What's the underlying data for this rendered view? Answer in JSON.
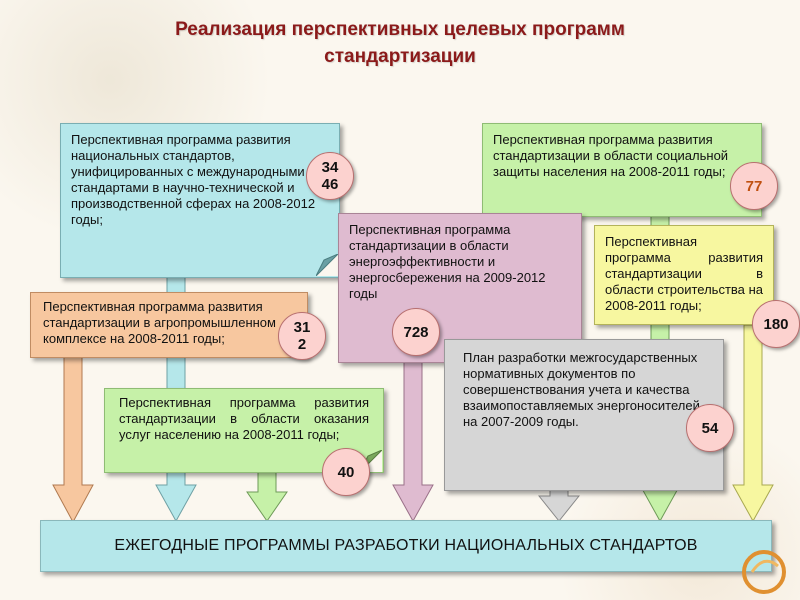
{
  "title": {
    "line1": "Реализация перспективных целевых программ",
    "line2": "стандартизации"
  },
  "programs": {
    "national": {
      "text": "Перспективная программа развития национальных стандартов, унифицированных с международными стандартами в научно-технической и производственной сферах на 2008-2012 годы;",
      "badge": "34\n46"
    },
    "social": {
      "text": "Перспективная программа развития  стандартизации  в области социальной защиты населения на 2008-2011 годы;",
      "badge": "77"
    },
    "energy": {
      "text": "Перспективная программа стандартизации в области энергоэффективности и энергосбережения на 2009-2012 годы",
      "badge": "728"
    },
    "construction": {
      "text": "Перспективная программа развития стандартизации в области строительства на 2008-2011 годы;",
      "badge": "180"
    },
    "agro": {
      "text": "Перспективная программа развития стандартизации в агропромышленном комплексе на 2008-2011 годы;",
      "badge": "31\n2"
    },
    "services": {
      "text": "Перспективная программа развития стандартизации в области оказания услуг населению на 2008-2011 годы;",
      "badge": "40"
    },
    "interstate": {
      "text": "План разработки межгосударственных нормативных документов по совершенствования учета и качества взаимопоставляемых энергоносителей на 2007-2009 годы.",
      "badge": "54"
    }
  },
  "bottom_box": {
    "text": "ЕЖЕГОДНЫЕ ПРОГРАММЫ РАЗРАБОТКИ НАЦИОНАЛЬНЫХ СТАНДАРТОВ"
  },
  "colors": {
    "title": "#8b1a1a",
    "national": "#b5e7ea",
    "social": "#c6f1a8",
    "energy": "#dfbbd0",
    "construction": "#f7f7a0",
    "agro": "#f7c79f",
    "services": "#c6f1a8",
    "interstate": "#d6d6d6",
    "badge": "#fcd2cf"
  }
}
